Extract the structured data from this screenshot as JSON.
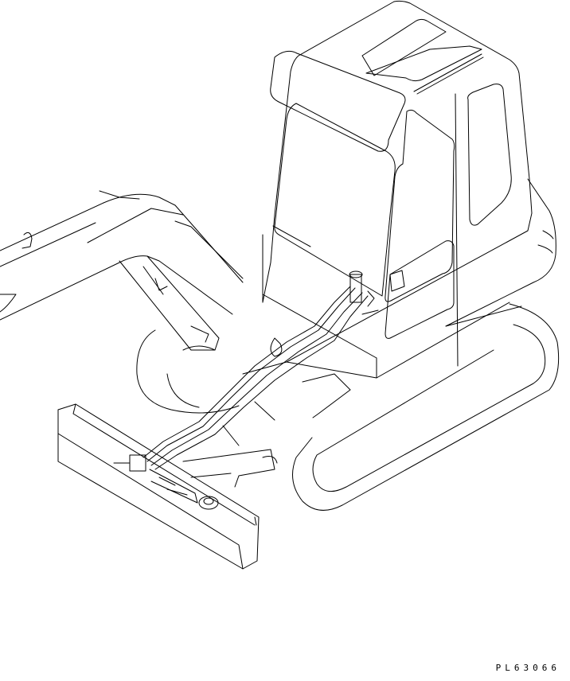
{
  "figure": {
    "type": "line-drawing",
    "subject": "excavator",
    "id_label": "PL63066"
  },
  "callouts": [
    {
      "name": "callout-box-blade-hose"
    },
    {
      "name": "callout-leader-cab-clamp"
    },
    {
      "name": "callout-leader-swing-bracket"
    }
  ]
}
